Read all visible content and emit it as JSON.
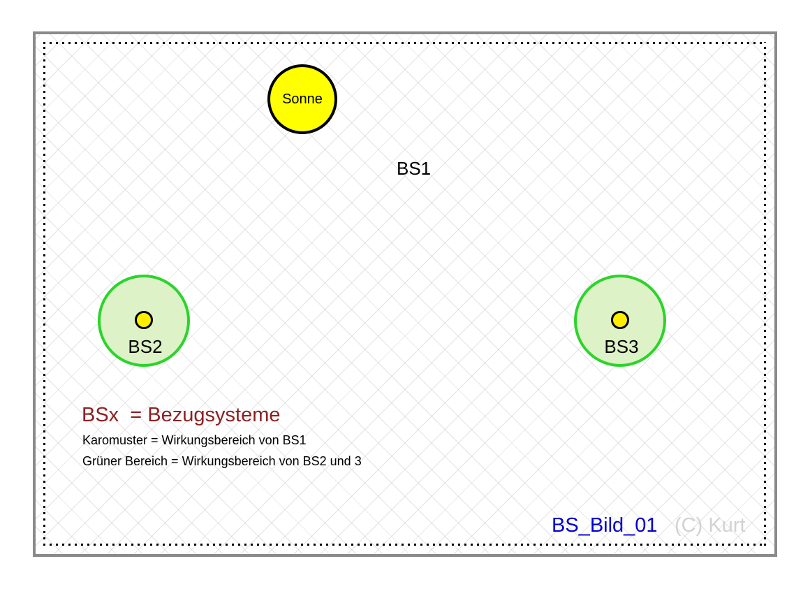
{
  "diagram": {
    "sun": {
      "label": "Sonne",
      "fill": "#ffff00"
    },
    "bs1": {
      "label": "BS1"
    },
    "bs2": {
      "label": "BS2"
    },
    "bs3": {
      "label": "BS3"
    },
    "legend": {
      "heading": "BSx  = Bezugsysteme",
      "heading_color": "#8b2222",
      "line_karomuster": "Karomuster = Wirkungsbereich von BS1",
      "line_gruener_bereich": "Grüner Bereich = Wirkungsbereich von BS2 und 3"
    },
    "footer": {
      "image_id": "BS_Bild_01",
      "image_id_color": "#0000cc",
      "credit": "(C) Kurt",
      "credit_color": "#d2d2d2"
    },
    "colors": {
      "zone_fill": "#ddf2c6",
      "zone_border": "#2bd42b",
      "sun_fill": "#ffff00",
      "frame_border": "#8a8a8a",
      "dotted_border": "#000000"
    }
  }
}
